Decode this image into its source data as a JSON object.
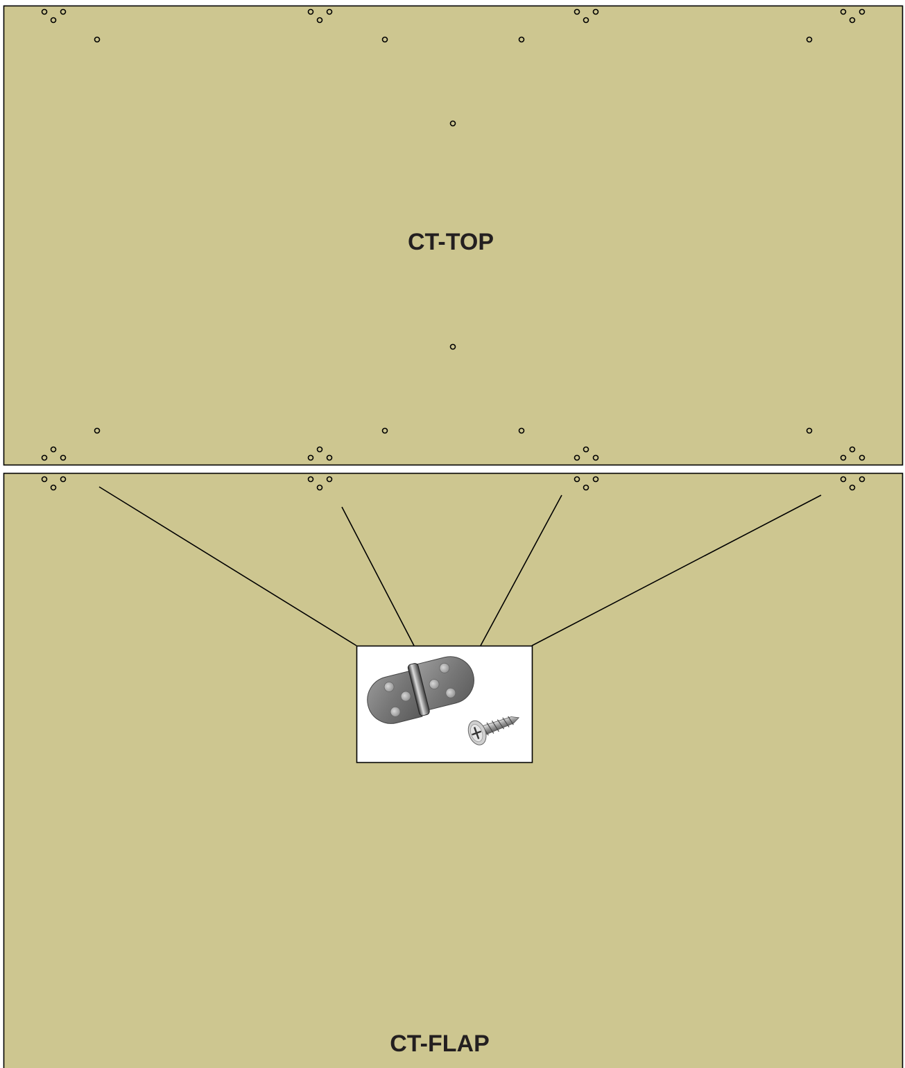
{
  "panel_fill": "#cdc690",
  "panel_stroke": "#000000",
  "panels": {
    "top": {
      "label": "CT-TOP"
    },
    "flap": {
      "label": "CT-FLAP"
    }
  },
  "callout": {
    "part": "hinge-with-screw",
    "icons": [
      "hinge-icon",
      "screw-icon"
    ]
  }
}
